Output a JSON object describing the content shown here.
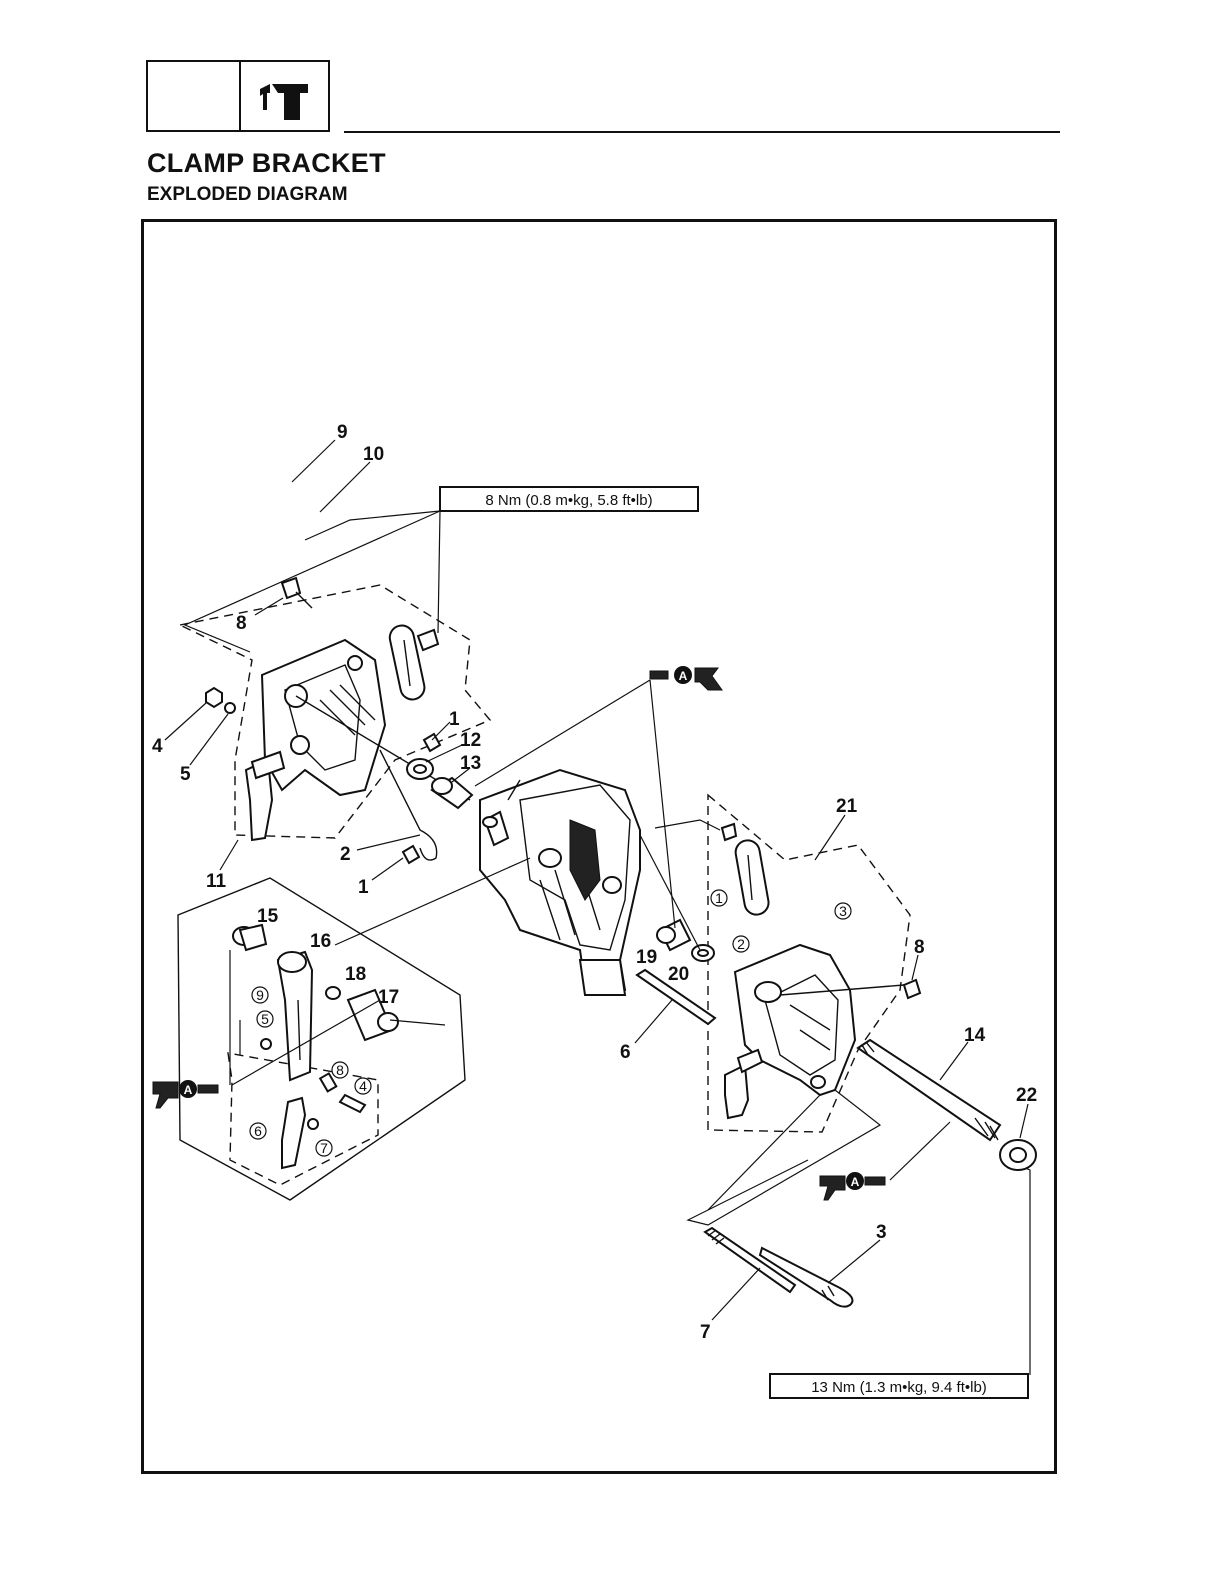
{
  "header": {
    "icon": "clamp-bracket-section-icon",
    "title": "CLAMP BRACKET",
    "subtitle": "EXPLODED DIAGRAM"
  },
  "diagram": {
    "callouts": [
      "1",
      "1",
      "2",
      "3",
      "4",
      "5",
      "6",
      "7",
      "8",
      "8",
      "9",
      "10",
      "11",
      "12",
      "13",
      "14",
      "15",
      "16",
      "17",
      "18",
      "19",
      "20",
      "21",
      "22"
    ],
    "sub_callouts": [
      "1",
      "2",
      "3",
      "4",
      "5",
      "6",
      "7",
      "8",
      "9"
    ],
    "torque_specs": [
      "8 Nm (0.8 m•kg, 5.8 ft•lb)",
      "13 Nm (1.3 m•kg, 9.4 ft•lb)"
    ],
    "grease_symbol_letter": "A",
    "grease_symbol_count": 3
  }
}
